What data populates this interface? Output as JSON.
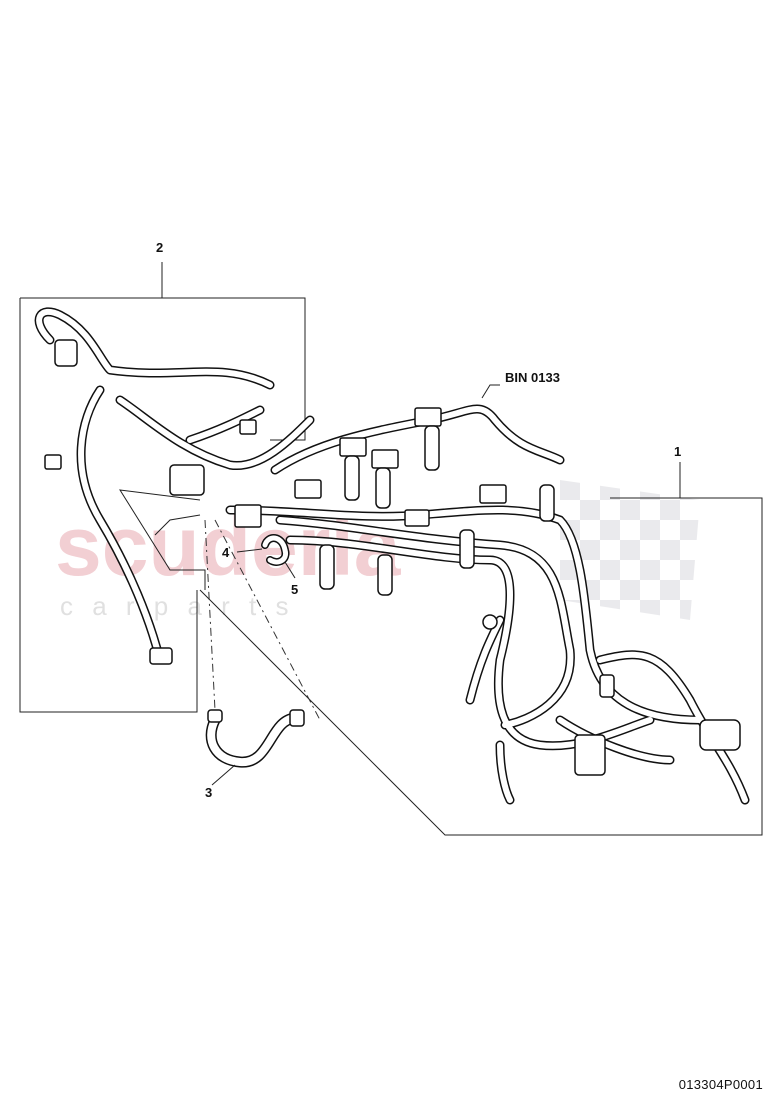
{
  "watermark": {
    "logo_text": "scuderia",
    "sub_text": "c a r   p a r t s",
    "color": "#e8a9b0"
  },
  "callouts": {
    "c1": "1",
    "c2": "2",
    "c3": "3",
    "c4": "4",
    "c5": "5",
    "bin": "BIN 0133"
  },
  "doc_number": "013304P0001",
  "colors": {
    "line": "#111111",
    "hose_fill": "#ffffff"
  }
}
